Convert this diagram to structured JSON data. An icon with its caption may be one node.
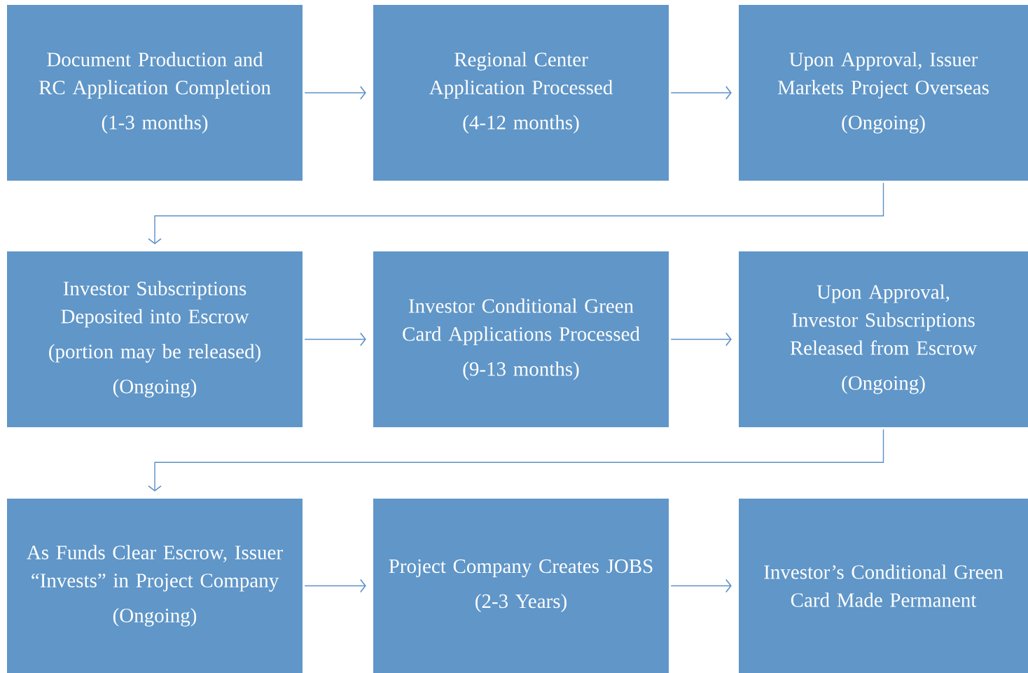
{
  "diagram": {
    "nodes": [
      {
        "text": [
          "Document Production and RC Application Completion",
          "(1-3 months)"
        ]
      },
      {
        "text": [
          "Regional Center Application Processed",
          "(4-12 months)"
        ]
      },
      {
        "text": [
          "Upon Approval, Issuer Markets Project Overseas",
          "(Ongoing)"
        ]
      },
      {
        "text": [
          "Investor Subscriptions Deposited into Escrow",
          "(portion may be released)",
          "(Ongoing)"
        ]
      },
      {
        "text": [
          "Investor Conditional Green Card Applications Processed",
          "(9-13 months)"
        ]
      },
      {
        "text": [
          "Upon Approval, Investor Subscriptions Released from Escrow",
          "(Ongoing)"
        ]
      },
      {
        "text": [
          "As Funds Clear Escrow, Issuer “Invests” in Project Company",
          "(Ongoing)"
        ]
      },
      {
        "text": [
          "Project Company Creates JOBS",
          "(2-3 Years)"
        ]
      },
      {
        "text": [
          "Investor’s Conditional Green Card Made Permanent"
        ]
      }
    ],
    "edges": [
      {
        "from": 0,
        "to": 1,
        "arrow": "to"
      },
      {
        "from": 1,
        "to": 2,
        "arrow": "to"
      },
      {
        "from": 2,
        "to": 3,
        "arrow": "to"
      },
      {
        "from": 3,
        "to": 4,
        "arrow": "to"
      },
      {
        "from": 4,
        "to": 5,
        "arrow": "to"
      },
      {
        "from": 5,
        "to": 6,
        "arrow": "to"
      },
      {
        "from": 6,
        "to": 7,
        "arrow": "to"
      },
      {
        "from": 7,
        "to": 8,
        "arrow": "to"
      }
    ]
  }
}
